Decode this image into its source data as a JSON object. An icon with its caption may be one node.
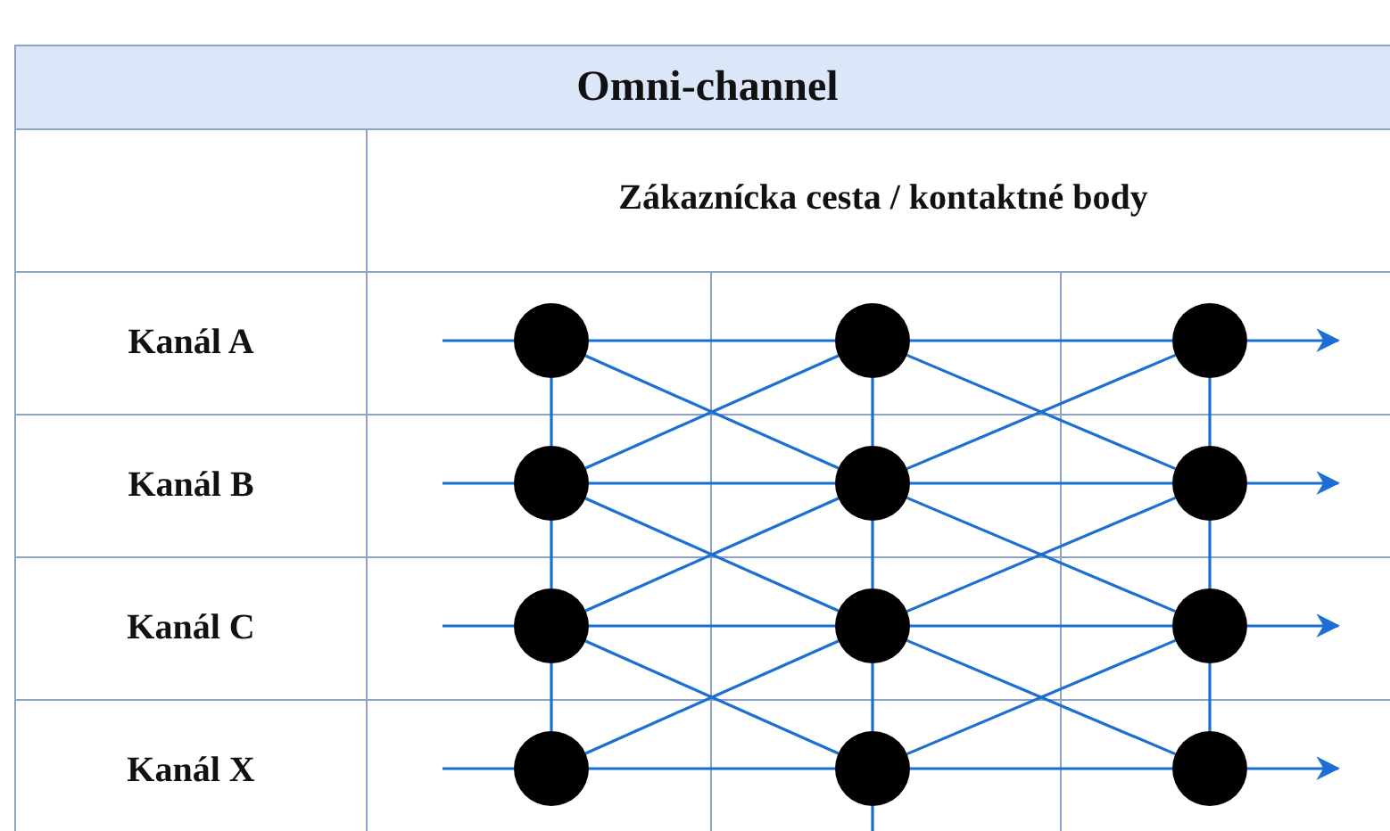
{
  "diagram": {
    "title": "Omni-channel",
    "labels": [
      "Zákaznícka cesta / kontaktné body",
      "Kanál A",
      "Kanál B",
      "Kanál C",
      "Kanál X"
    ],
    "nodes": [
      {
        "text": [],
        "shape": "circle"
      },
      {
        "text": [],
        "shape": "circle"
      },
      {
        "text": [],
        "shape": "circle"
      },
      {
        "text": [],
        "shape": "circle"
      },
      {
        "text": [],
        "shape": "circle"
      },
      {
        "text": [],
        "shape": "circle"
      },
      {
        "text": [],
        "shape": "circle"
      },
      {
        "text": [],
        "shape": "circle"
      },
      {
        "text": [],
        "shape": "circle"
      },
      {
        "text": [],
        "shape": "circle"
      },
      {
        "text": [],
        "shape": "circle"
      },
      {
        "text": [],
        "shape": "circle"
      }
    ],
    "edges": [
      {
        "from": null,
        "to": 0,
        "arrow": "none"
      },
      {
        "from": 0,
        "to": 1,
        "arrow": "none"
      },
      {
        "from": 1,
        "to": 2,
        "arrow": "none"
      },
      {
        "from": 2,
        "to": null,
        "arrow": "to"
      },
      {
        "from": null,
        "to": 3,
        "arrow": "none"
      },
      {
        "from": 3,
        "to": 4,
        "arrow": "none"
      },
      {
        "from": 4,
        "to": 5,
        "arrow": "none"
      },
      {
        "from": 5,
        "to": null,
        "arrow": "to"
      },
      {
        "from": null,
        "to": 6,
        "arrow": "none"
      },
      {
        "from": 6,
        "to": 7,
        "arrow": "none"
      },
      {
        "from": 7,
        "to": 8,
        "arrow": "none"
      },
      {
        "from": 8,
        "to": null,
        "arrow": "to"
      },
      {
        "from": null,
        "to": 9,
        "arrow": "none"
      },
      {
        "from": 9,
        "to": 10,
        "arrow": "none"
      },
      {
        "from": 10,
        "to": 11,
        "arrow": "none"
      },
      {
        "from": 11,
        "to": null,
        "arrow": "to"
      },
      {
        "from": 0,
        "to": 3,
        "arrow": "none"
      },
      {
        "from": 3,
        "to": 6,
        "arrow": "none"
      },
      {
        "from": 6,
        "to": 9,
        "arrow": "none"
      },
      {
        "from": 1,
        "to": 4,
        "arrow": "none"
      },
      {
        "from": 4,
        "to": 7,
        "arrow": "none"
      },
      {
        "from": 7,
        "to": 10,
        "arrow": "none"
      },
      {
        "from": 10,
        "to": null,
        "arrow": "none"
      },
      {
        "from": 2,
        "to": 5,
        "arrow": "none"
      },
      {
        "from": 5,
        "to": 8,
        "arrow": "none"
      },
      {
        "from": 8,
        "to": 11,
        "arrow": "none"
      },
      {
        "from": 0,
        "to": 4,
        "arrow": "none"
      },
      {
        "from": 3,
        "to": 1,
        "arrow": "none"
      },
      {
        "from": 3,
        "to": 7,
        "arrow": "none"
      },
      {
        "from": 6,
        "to": 4,
        "arrow": "none"
      },
      {
        "from": 6,
        "to": 10,
        "arrow": "none"
      },
      {
        "from": 9,
        "to": 7,
        "arrow": "none"
      },
      {
        "from": 1,
        "to": 5,
        "arrow": "none"
      },
      {
        "from": 4,
        "to": 2,
        "arrow": "none"
      },
      {
        "from": 4,
        "to": 8,
        "arrow": "none"
      },
      {
        "from": 7,
        "to": 5,
        "arrow": "none"
      },
      {
        "from": 7,
        "to": 11,
        "arrow": "none"
      },
      {
        "from": 10,
        "to": 8,
        "arrow": "none"
      }
    ]
  }
}
